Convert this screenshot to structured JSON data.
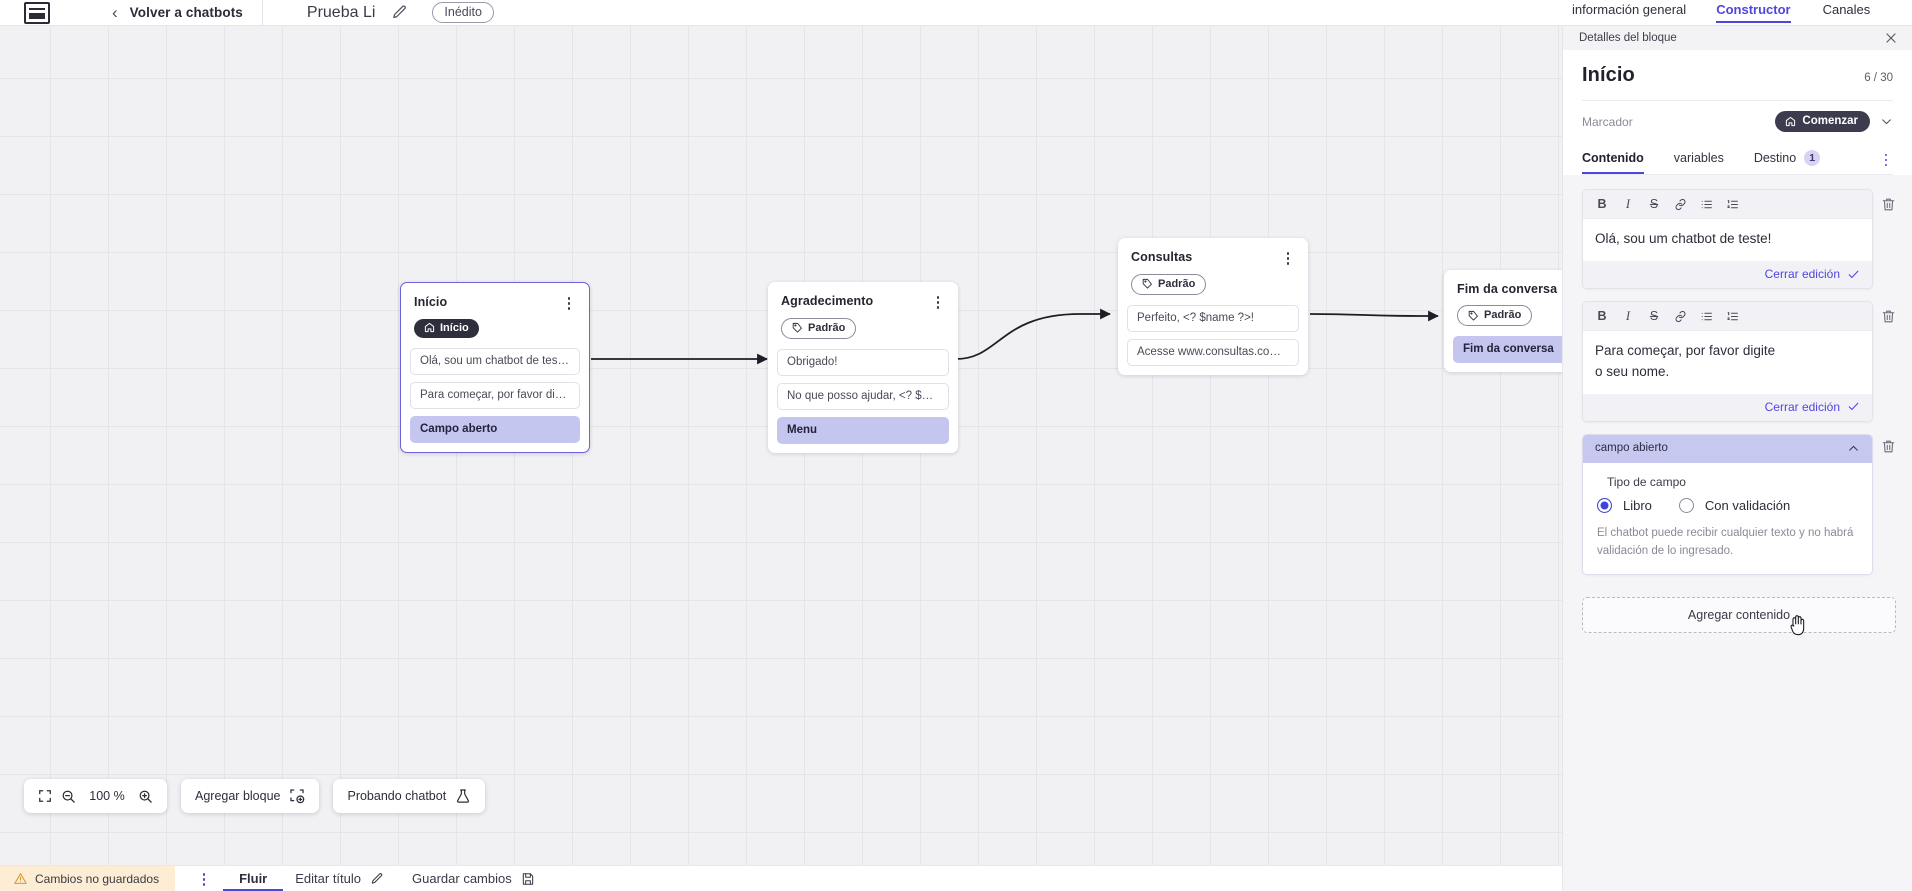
{
  "topbar": {
    "logo": "app-logo",
    "back_label": "Volver a chatbots",
    "doc_title": "Prueba Li",
    "status_pill": "Inédito"
  },
  "panel_tabs": [
    {
      "label": "información general",
      "active": false
    },
    {
      "label": "Constructor",
      "active": true
    },
    {
      "label": "Canales",
      "active": false
    }
  ],
  "canvas": {
    "zoom_level": "100 %",
    "nodes": [
      {
        "title": "Início",
        "tag": "Início",
        "tag_style": "dark",
        "selected": true,
        "messages": [
          {
            "text": "Olá, sou um chatbot de teste!",
            "highlight": false
          },
          {
            "text": "Para começar, por favor digite o …",
            "highlight": false
          },
          {
            "text": "Campo aberto",
            "highlight": true
          }
        ]
      },
      {
        "title": "Agradecimento",
        "tag": "Padrão",
        "tag_style": "outline",
        "selected": false,
        "messages": [
          {
            "text": "Obrigado!",
            "highlight": false
          },
          {
            "text": "No que posso ajudar, <? $name …",
            "highlight": false
          },
          {
            "text": "Menu",
            "highlight": true
          }
        ]
      },
      {
        "title": "Consultas",
        "tag": "Padrão",
        "tag_style": "outline",
        "selected": false,
        "messages": [
          {
            "text": "Perfeito, <? $name ?>!",
            "highlight": false
          },
          {
            "text": "Acesse www.consultas.com par…",
            "highlight": false
          }
        ]
      },
      {
        "title": "Fim da conversa",
        "tag": "Padrão",
        "tag_style": "outline",
        "selected": false,
        "messages": [
          {
            "text": "Fim da conversa",
            "highlight": true
          }
        ]
      }
    ]
  },
  "toolbar": {
    "fit_icon": "fit-screen-icon",
    "zoom_out_icon": "zoom-out-icon",
    "zoom_in_icon": "zoom-in-icon",
    "add_block_label": "Agregar bloque",
    "add_block_icon": "add-block-icon",
    "test_bot_label": "Probando chatbot",
    "test_bot_icon": "flask-icon"
  },
  "statusbar": {
    "unsaved_label": "Cambios no guardados",
    "warning_icon": "warning-icon",
    "kebab_icon": "more-vertical-icon",
    "flow_label": "Fluir",
    "edit_title_label": "Editar título",
    "edit_title_icon": "pencil-icon",
    "save_label": "Guardar cambios",
    "save_icon": "save-icon"
  },
  "detail_panel": {
    "header_title": "Detalles del bloque",
    "close_icon": "close-icon",
    "block_title": "Início",
    "block_count": "6 / 30",
    "marker_label": "Marcador",
    "marker_value": "Comenzar",
    "marker_icon": "home-icon",
    "marker_chevron": "chevron-down-icon",
    "tabs": [
      {
        "label": "Contenido",
        "active": true,
        "badge": ""
      },
      {
        "label": "variables",
        "active": false,
        "badge": ""
      },
      {
        "label": "Destino",
        "active": false,
        "badge": "1"
      }
    ],
    "overflow_icon": "more-vertical-icon",
    "rte_toolbar": [
      "B",
      "I",
      "S",
      "link-icon",
      "bullet-list-icon",
      "numbered-list-icon"
    ],
    "blocks": [
      {
        "type": "rich-text",
        "text": "Olá, sou um chatbot de teste!",
        "footer_link": "Cerrar edición"
      },
      {
        "type": "rich-text",
        "text": "Para começar, por favor digite o seu nome.",
        "footer_link": "Cerrar edición"
      }
    ],
    "field_block": {
      "header": "campo abierto",
      "collapse_icon": "chevron-up-icon",
      "legend": "Tipo de campo",
      "options": [
        {
          "label": "Libro",
          "selected": true
        },
        {
          "label": "Con validación",
          "selected": false
        }
      ],
      "description": "El chatbot puede recibir cualquier texto y no habrá validación de lo ingresado."
    },
    "add_content_label": "Agregar contenido",
    "delete_icon": "trash-icon"
  },
  "colors": {
    "accent": "#4f46e0",
    "radio_selected": "#3f46d6",
    "highlight_msg": "#c4c6f0",
    "field_header": "#c7c8ef",
    "dark_pill": "#2e2e3c",
    "unsaved_bg": "#fdedd4",
    "canvas_bg": "#f1f1f4",
    "grid_line": "#e4e4e9"
  }
}
